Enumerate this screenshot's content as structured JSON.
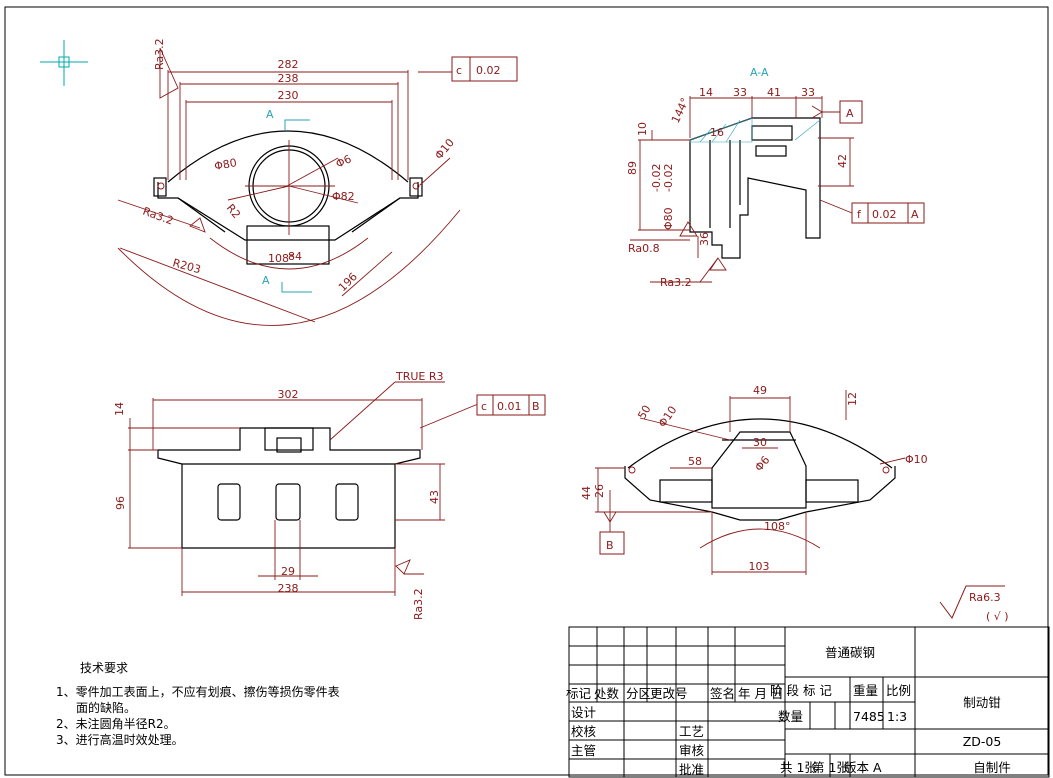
{
  "colors": {
    "outline": "#000000",
    "dimension": "#8b1a1a",
    "section": "#2aa3b8"
  },
  "top_view": {
    "roughness": "Ra3.2",
    "tolerance": {
      "symbol": "c",
      "value": "0.02"
    },
    "dims": {
      "d282": "282",
      "d238": "238",
      "d230": "230",
      "phi80": "Φ80",
      "phi6": "Φ6",
      "phi82": "Φ82",
      "phi10": "Φ10",
      "r2": "R2",
      "d108": "108°",
      "d84": "84",
      "r203": "R203",
      "d196": "196",
      "ra32b": "Ra3.2"
    },
    "section_arrow": "A"
  },
  "section_view": {
    "title": "A-A",
    "datum": "A",
    "dims": {
      "d14": "14",
      "d33a": "33",
      "d41": "41",
      "d33b": "33",
      "d144": "144°",
      "d10": "10",
      "d16": "16",
      "d89": "89",
      "tol1": "-0.02",
      "tol2": "-0.02",
      "phi80": "Φ80",
      "d42": "42",
      "d36": "36",
      "ra08": "Ra0.8",
      "ra32": "Ra3.2"
    },
    "tolerance": {
      "symbol": "f",
      "value": "0.02",
      "datum": "A"
    }
  },
  "front_view": {
    "note": "TRUE R3",
    "tolerance": {
      "symbol": "c",
      "value": "0.01",
      "datum": "B"
    },
    "dims": {
      "d302": "302",
      "d14": "14",
      "d96": "96",
      "d43": "43",
      "d29": "29",
      "d238": "238",
      "ra32": "Ra3.2"
    }
  },
  "iso_view": {
    "dims": {
      "d49": "49",
      "d50": "50",
      "phi10a": "Φ10",
      "d12": "12",
      "d30": "30",
      "d58": "58",
      "phi6": "Φ6",
      "phi10b": "Φ10",
      "d44": "44",
      "d26": "26",
      "d108": "108°",
      "d103": "103"
    },
    "datum": "B"
  },
  "general_roughness": {
    "value": "Ra6.3",
    "mark": "( √ )"
  },
  "tech_req": {
    "title": "技术要求",
    "items": [
      "1、零件加工表面上，不应有划痕、擦伤等损伤零件表",
      "面的缺陷。",
      "2、未注圆角半径R2。",
      "3、进行高温时效处理。"
    ]
  },
  "title_block": {
    "material": "普通碳钢",
    "part_name": "制动钳",
    "drawing_no": "ZD-05",
    "origin": "自制件",
    "hdr": [
      "标记",
      "处数",
      "分区",
      "更改号",
      "签名",
      "年 月 日"
    ],
    "design": "设计",
    "check": "校核",
    "manager": "主管",
    "process": "工艺",
    "review": "审核",
    "approve": "批准",
    "stage": "阶 段 标 记",
    "weight": "重量",
    "scale": "比例",
    "qty": "数量",
    "weight_val": "7485",
    "scale_val": "1:3",
    "sheets": "共 1张",
    "sheet_no": "第 1张",
    "version": "版本 A"
  }
}
